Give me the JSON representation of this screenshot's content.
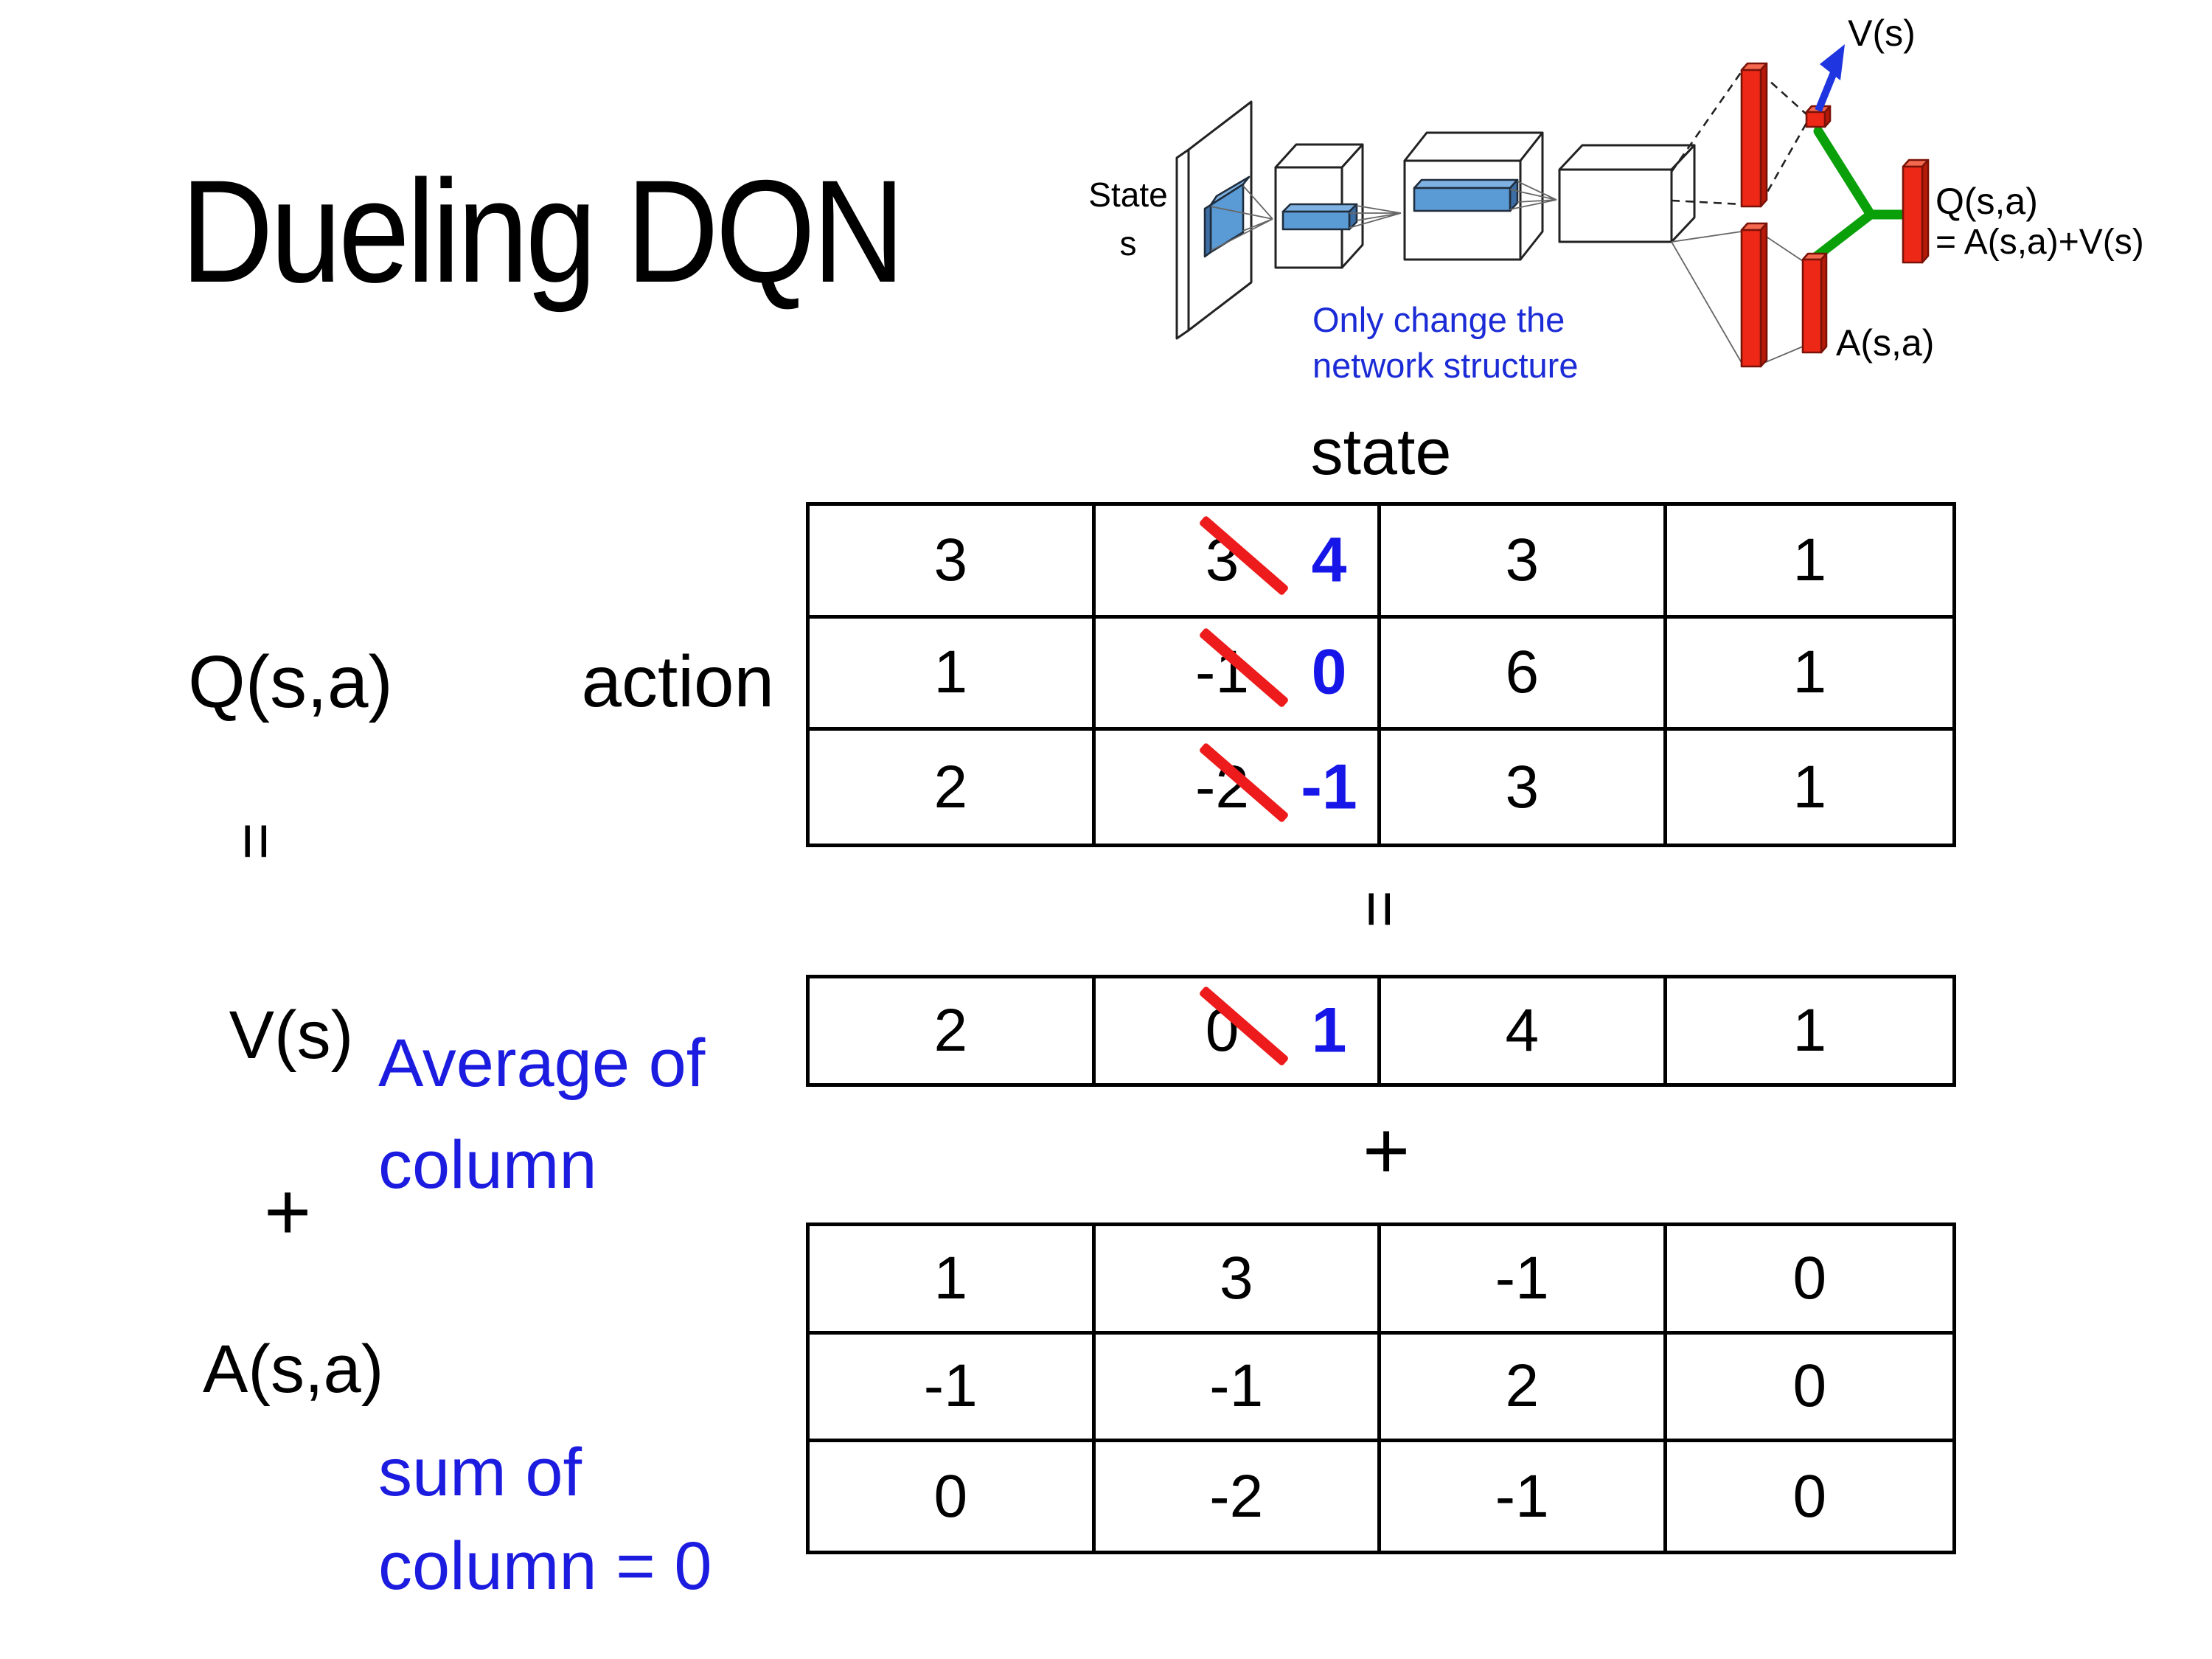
{
  "title": "Dueling DQN",
  "diagram": {
    "state_label_line1": "State",
    "state_label_line2": "s",
    "note_line1": "Only change the",
    "note_line2": "network structure",
    "v_output_label": "V(s)",
    "q_output_label_line1": "Q(s,a)",
    "q_output_label_line2": "= A(s,a)+V(s)",
    "a_output_label": "A(s,a)",
    "colors": {
      "bar_red": "#ee2817",
      "merge_green": "#0aa00a",
      "arrow_blue": "#1e35e0",
      "filter_blue": "#5b9bd5",
      "note_blue": "#1b2bd6"
    }
  },
  "matrix_section": {
    "state_axis_label": "state",
    "action_axis_label": "action",
    "q_label": "Q(s,a)",
    "equals_rotated_left": "=",
    "equals_rotated_center": "=",
    "v_label": "V(s)",
    "plus_left": "+",
    "plus_center": "+",
    "a_label": "A(s,a)",
    "v_note_line1": "Average of",
    "v_note_line2": "column",
    "a_note_line1": "sum of",
    "a_note_line2": "column = 0",
    "strike_color": "#ed1b1b",
    "replacement_color": "#1616e8",
    "q_table": {
      "rows": [
        {
          "c0": "3",
          "c1_old": "3",
          "c1_new": "4",
          "c2": "3",
          "c3": "1"
        },
        {
          "c0": "1",
          "c1_old": "-1",
          "c1_new": "0",
          "c2": "6",
          "c3": "1"
        },
        {
          "c0": "2",
          "c1_old": "-2",
          "c1_new": "-1",
          "c2": "3",
          "c3": "1"
        }
      ]
    },
    "v_row": {
      "c0": "2",
      "c1_old": "0",
      "c1_new": "1",
      "c2": "4",
      "c3": "1"
    },
    "a_table": {
      "rows": [
        {
          "c0": "1",
          "c1": "3",
          "c2": "-1",
          "c3": "0"
        },
        {
          "c0": "-1",
          "c1": "-1",
          "c2": "2",
          "c3": "0"
        },
        {
          "c0": "0",
          "c1": "-2",
          "c2": "-1",
          "c3": "0"
        }
      ]
    }
  }
}
